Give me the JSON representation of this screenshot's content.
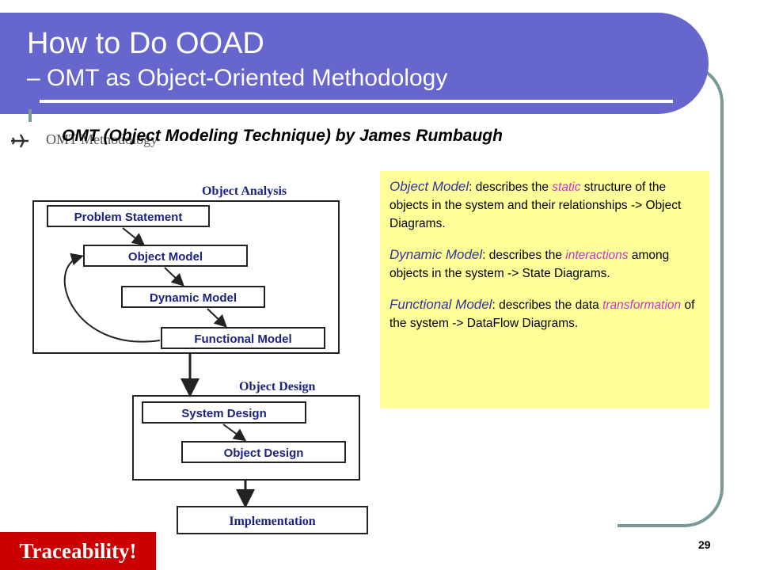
{
  "slide": {
    "title_line1": "How to Do OOAD",
    "title_line2": "– OMT as Object-Oriented Methodology",
    "subtitle": "OMT (Object Modeling Technique) by James Rumbaugh",
    "background_text": "OMT Methodology",
    "page_number": "29",
    "traceability": "Traceability!"
  },
  "diagram": {
    "analysis_heading": "Object Analysis",
    "design_heading": "Object Design",
    "analysis_steps": [
      "Problem Statement",
      "Object Model",
      "Dynamic Model",
      "Functional Model"
    ],
    "design_steps": [
      "System Design",
      "Object Design"
    ],
    "final_step": "Implementation"
  },
  "info": {
    "object_model": {
      "term": "Object Model",
      "sep": ": describes the ",
      "keyword": "static",
      "rest": " structure of the objects in the system and their relationships -> Object Diagrams."
    },
    "dynamic_model": {
      "term": "Dynamic Model",
      "sep": ": describes the ",
      "keyword": "interactions",
      "rest": " among objects in the system -> State Diagrams."
    },
    "functional_model": {
      "term": "Functional Model",
      "sep": ": describes the data ",
      "keyword": "transformation",
      "rest": " of the system -> DataFlow Diagrams."
    }
  },
  "colors": {
    "header": "#6666cc",
    "infobox": "#ffff99",
    "term": "#333399",
    "keyword": "#cc33cc",
    "traceability": "#cc0000"
  }
}
